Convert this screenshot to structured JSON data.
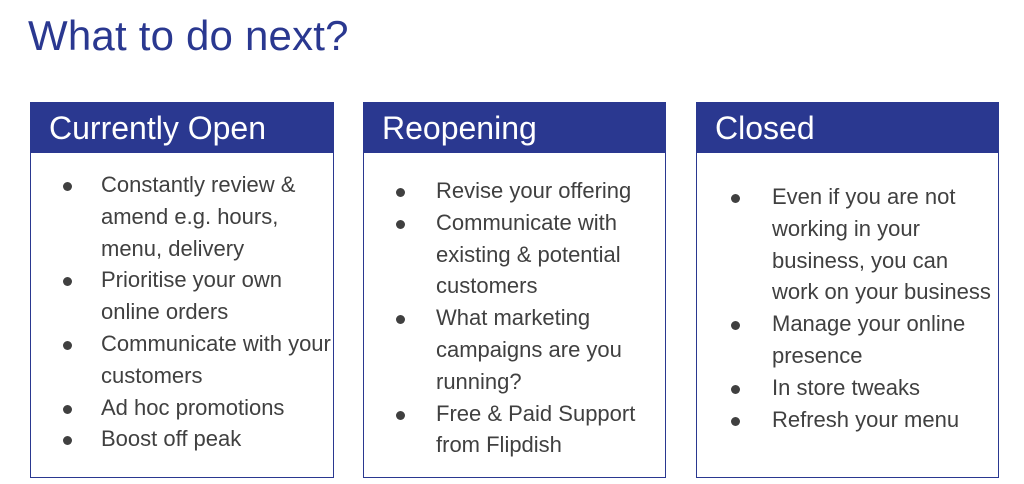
{
  "page": {
    "title": "What to do next?"
  },
  "colors": {
    "accent": "#2a3890",
    "text": "#404040",
    "background": "#ffffff"
  },
  "cards": [
    {
      "title": "Currently Open",
      "items": [
        "Constantly review & amend e.g. hours, menu, delivery",
        "Prioritise your own online orders",
        "Communicate with your customers",
        "Ad hoc promotions",
        "Boost off peak"
      ]
    },
    {
      "title": "Reopening",
      "items": [
        "Revise your offering",
        "Communicate with existing & potential customers",
        "What marketing campaigns are you running?",
        "Free & Paid Support from Flipdish"
      ]
    },
    {
      "title": "Closed",
      "items": [
        "Even if you are not working in your business, you can work on your business",
        "Manage your online presence",
        "In store tweaks",
        "Refresh your menu"
      ]
    }
  ]
}
